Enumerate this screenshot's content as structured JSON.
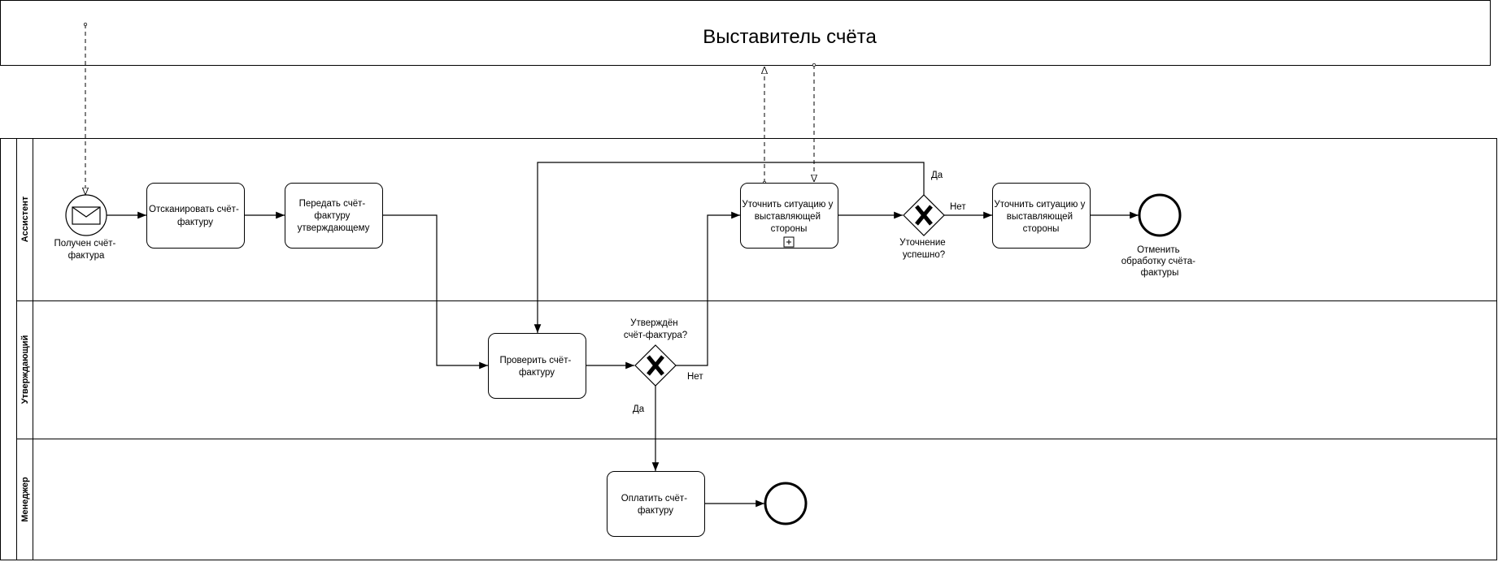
{
  "pools": {
    "external": {
      "title": "Выставитель счёта"
    },
    "main": {
      "lanes": [
        {
          "label": "Ассистент"
        },
        {
          "label": "Утверждающий"
        },
        {
          "label": "Менеджер"
        }
      ]
    }
  },
  "events": {
    "start": {
      "lines": [
        "Получен счёт-",
        "фактура"
      ],
      "icon": "envelope-icon"
    },
    "end_cancel": {
      "lines": [
        "Отменить",
        "обработку счёта-",
        "фактуры"
      ]
    },
    "end_pay": {
      "lines": []
    }
  },
  "tasks": {
    "scan": {
      "lines": [
        "Отсканировать счёт-",
        "фактуру"
      ]
    },
    "pass": {
      "lines": [
        "Передать счёт-",
        "фактуру",
        "утверждающему"
      ]
    },
    "check": {
      "lines": [
        "Проверить счёт-",
        "фактуру"
      ]
    },
    "clarify_sub": {
      "lines": [
        "Уточнить ситуацию у",
        "выставляющей",
        "стороны"
      ],
      "marker": "+"
    },
    "clarify2": {
      "lines": [
        "Уточнить ситуацию у",
        "выставляющей",
        "стороны"
      ]
    },
    "pay": {
      "lines": [
        "Оплатить счёт-",
        "фактуру"
      ]
    }
  },
  "gateways": {
    "approved": {
      "lines": [
        "Утверждён",
        "счёт-фактура?"
      ]
    },
    "clarified": {
      "lines": [
        "Уточнение",
        "успешно?"
      ]
    }
  },
  "flow_labels": {
    "approved_no": "Нет",
    "approved_yes": "Да",
    "clarified_yes": "Да",
    "clarified_no": "Нет"
  },
  "colors": {
    "stroke": "#000000",
    "fill": "#ffffff"
  }
}
